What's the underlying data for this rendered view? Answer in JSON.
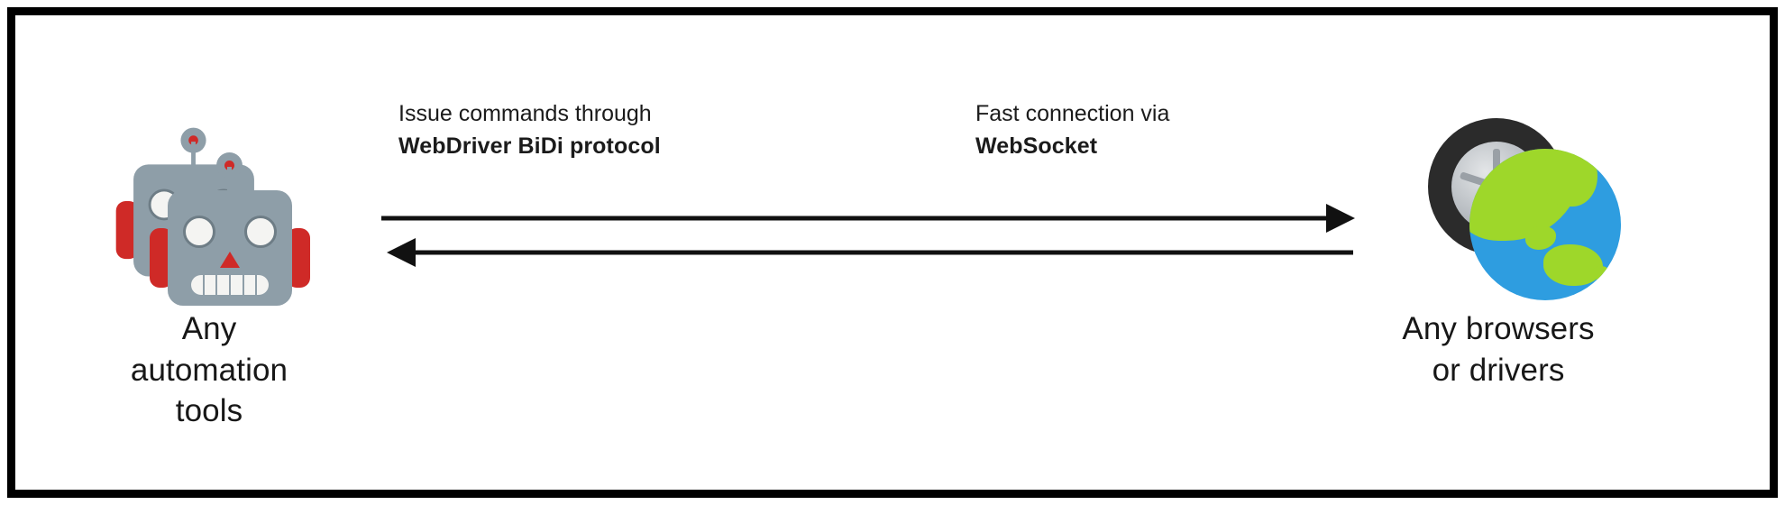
{
  "diagram": {
    "type": "architecture-flow",
    "background": "#ffffff",
    "border_color": "#000000",
    "text_color": "#1b1b1b",
    "nodes": [
      {
        "id": "automation-tools",
        "icon": "robot-icon",
        "caption": "Any\nautomation\ntools"
      },
      {
        "id": "browsers-drivers",
        "icon": "globe-tire-icon",
        "caption": "Any browsers\nor drivers"
      }
    ],
    "connections": [
      {
        "id": "commands",
        "direction": "right",
        "label_line1": "Issue commands through",
        "label_line2": "WebDriver BiDi protocol"
      },
      {
        "id": "websocket",
        "direction": "left",
        "label_line1": "Fast connection via",
        "label_line2": "WebSocket"
      }
    ],
    "icon_colors": {
      "robot_body": "#8e9ea8",
      "robot_accent": "#cf2a27",
      "globe_ocean": "#2e9de0",
      "globe_land": "#9ed72a",
      "tire": "#2b2b2b",
      "rim": "#b6bbc0"
    }
  }
}
